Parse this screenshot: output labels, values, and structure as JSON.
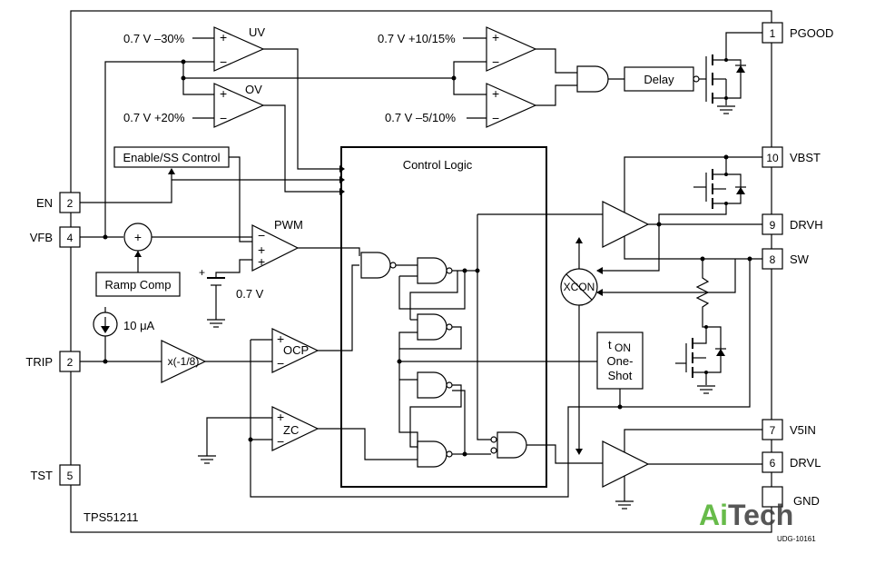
{
  "pins": [
    {
      "num": "1",
      "name": "PGOOD"
    },
    {
      "num": "10",
      "name": "VBST"
    },
    {
      "num": "9",
      "name": "DRVH"
    },
    {
      "num": "8",
      "name": "SW"
    },
    {
      "num": "7",
      "name": "V5IN"
    },
    {
      "num": "6",
      "name": "DRVL"
    },
    {
      "num": "",
      "name": "GND"
    },
    {
      "num": "2",
      "name": "EN"
    },
    {
      "num": "4",
      "name": "VFB"
    },
    {
      "num": "2",
      "name": "TRIP"
    },
    {
      "num": "5",
      "name": "TST"
    }
  ],
  "comparators": {
    "uv": {
      "label": "UV",
      "ref": "0.7 V –30%"
    },
    "ov": {
      "label": "OV",
      "ref": "0.7 V +20%"
    },
    "pg_high": {
      "ref": "0.7 V +10/15%"
    },
    "pg_low": {
      "ref": "0.7 V –5/10%"
    },
    "pwm": {
      "label": "PWM"
    },
    "ocp": {
      "label": "OCP"
    },
    "zc": {
      "label": "ZC"
    }
  },
  "blocks": {
    "delay": "Delay",
    "enable_ss": "Enable/SS Control",
    "ramp_comp": "Ramp Comp",
    "control_logic": "Control Logic",
    "xcon": "XCON",
    "ton_main": "t",
    "ton_sub": "ON",
    "oneshot_line1": "One-",
    "oneshot_line2": "Shot",
    "gain": "x(-1/8)",
    "current_source": "10 μA",
    "vref": "0.7 V",
    "plus_sign": "+",
    "minus_sign": "−"
  },
  "chip_label": "TPS51211",
  "figure_id": "UDG-10161",
  "watermark": {
    "text": "AiTech",
    "accent": "#4caf2a",
    "main": "#3a3a3a"
  }
}
